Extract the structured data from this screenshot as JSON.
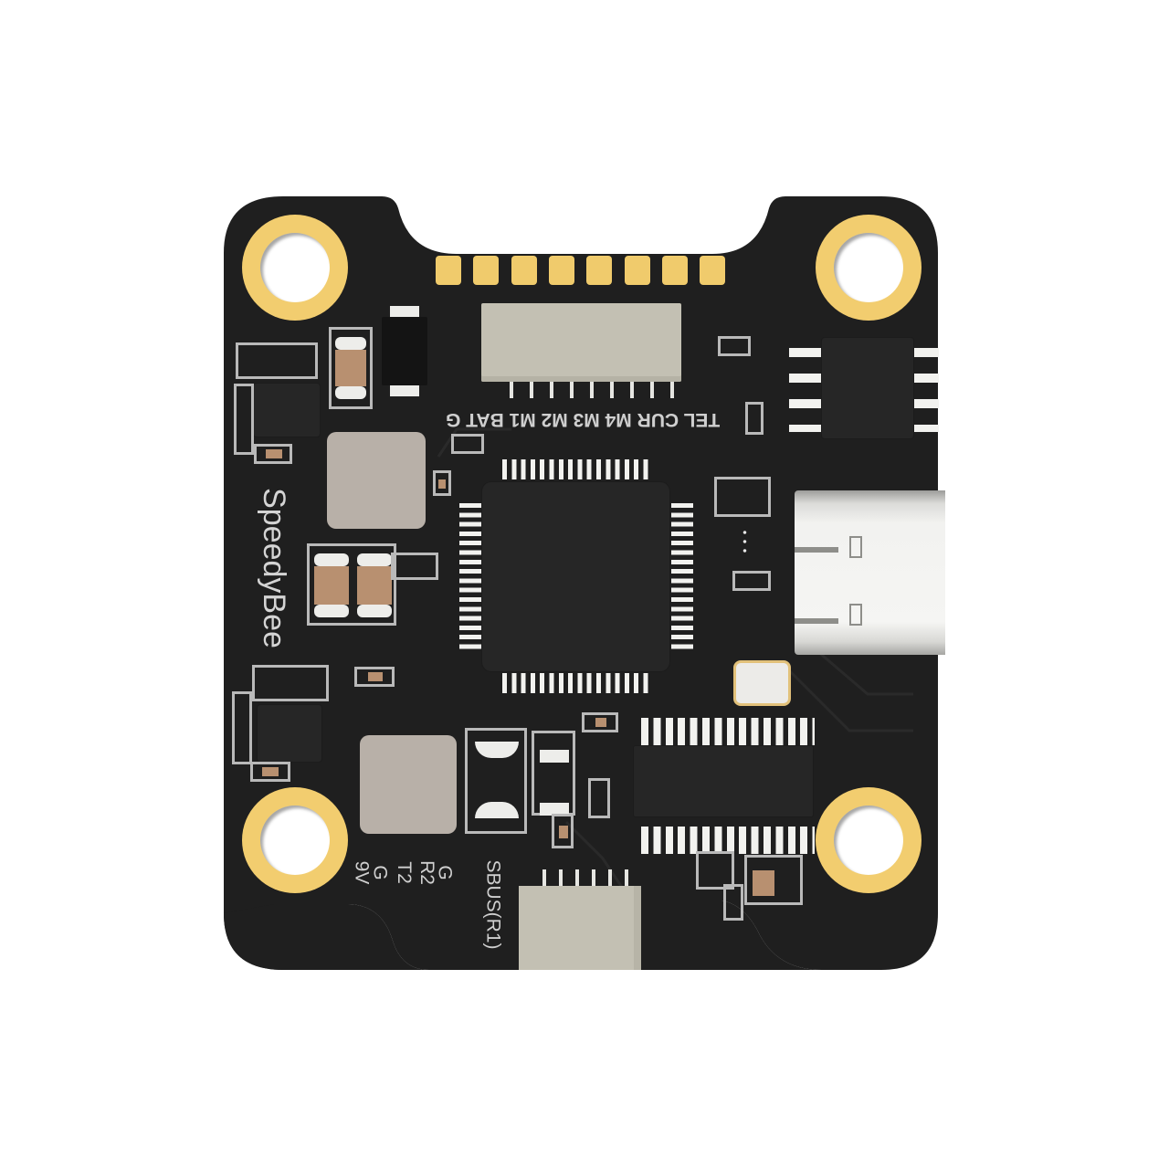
{
  "product": {
    "brand": "SpeedyBee",
    "type": "flight-controller-pcb"
  },
  "colors": {
    "pcb": "#1f1f1f",
    "gold": "#f0cb6c",
    "silkscreen": "#cfcfcf",
    "connector": "#c3c0b3",
    "inductor": "#b8b0a8",
    "capacitor": "#b89070",
    "background": "#ffffff"
  },
  "labels": {
    "top_header": "TEL CUR M4 M3 M2 M1 BAT G",
    "brand_silk": "SpeedyBee",
    "bottom_pins": [
      "9V",
      "G",
      "T2",
      "R2",
      "G"
    ],
    "sbus": "SBUS(R1)"
  },
  "components": {
    "esc_pads": 8,
    "mcu_pins_per_side": 16,
    "mounting_holes": 4,
    "usb": "USB-C"
  }
}
